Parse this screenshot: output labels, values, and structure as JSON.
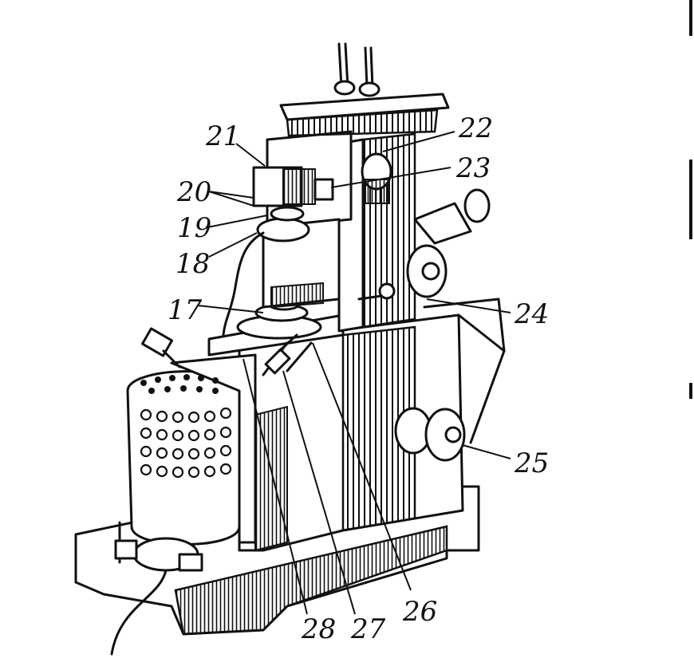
{
  "labels": [
    {
      "id": "17",
      "text": "17"
    },
    {
      "id": "18",
      "text": "18"
    },
    {
      "id": "19",
      "text": "19"
    },
    {
      "id": "20",
      "text": "20"
    },
    {
      "id": "21",
      "text": "21"
    },
    {
      "id": "22",
      "text": "22"
    },
    {
      "id": "23",
      "text": "23"
    },
    {
      "id": "24",
      "text": "24"
    },
    {
      "id": "25",
      "text": "25"
    },
    {
      "id": "26",
      "text": "26"
    },
    {
      "id": "27",
      "text": "27"
    },
    {
      "id": "28",
      "text": "28"
    }
  ]
}
